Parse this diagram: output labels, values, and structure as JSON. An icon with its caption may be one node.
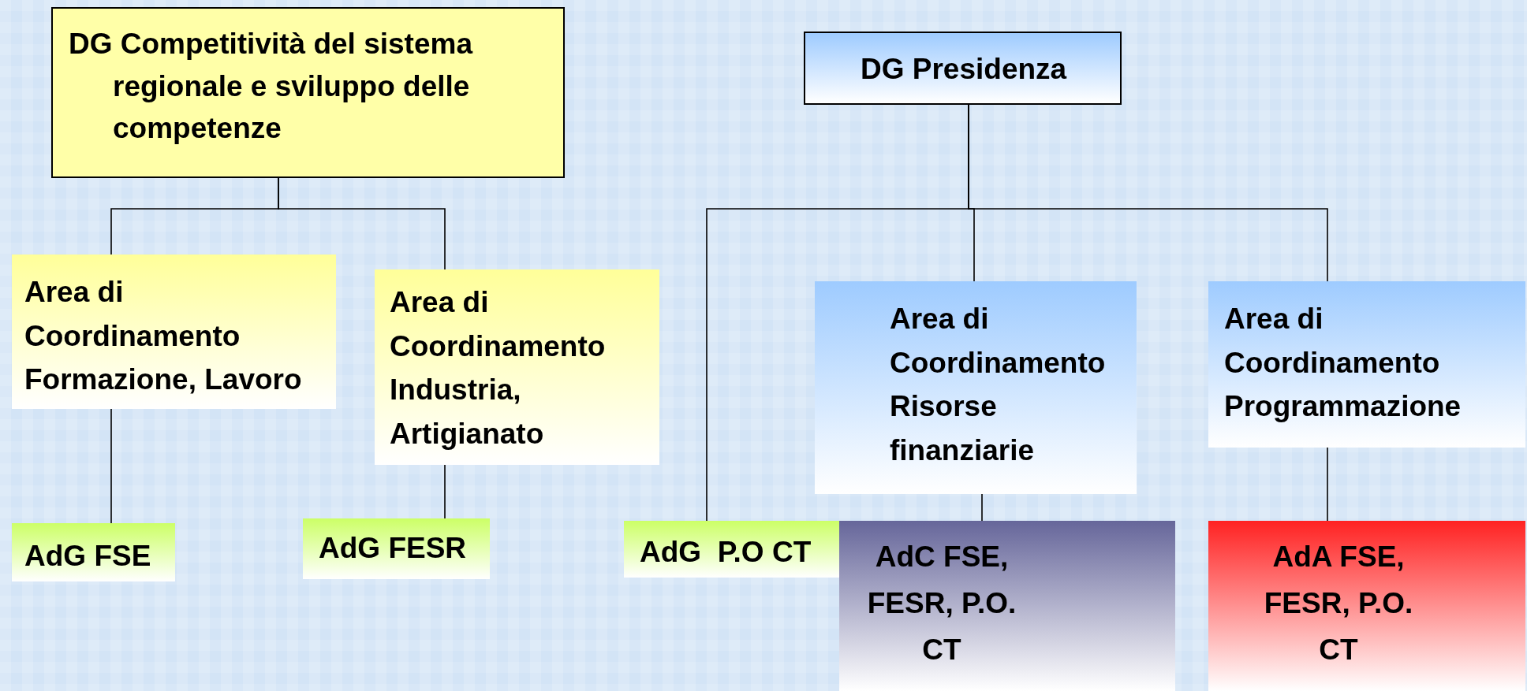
{
  "diagram": {
    "nodes": [
      {
        "text": [
          "DG Competitività del sistema regionale e sviluppo delle competenze"
        ]
      },
      {
        "text": [
          "DG Presidenza"
        ]
      },
      {
        "text": [
          "Area di Coordinamento Formazione, Lavoro"
        ]
      },
      {
        "text": [
          "Area di Coordinamento Industria, Artigianato"
        ]
      },
      {
        "text": [
          "Area di Coordinamento Risorse finanziarie"
        ]
      },
      {
        "text": [
          "Area di Coordinamento Programmazione"
        ]
      },
      {
        "text": [
          "AdG FSE"
        ]
      },
      {
        "text": [
          "AdG FESR"
        ]
      },
      {
        "text": [
          "AdG  P.O CT"
        ]
      },
      {
        "text": [
          "AdC  FSE, FESR, P.O. CT"
        ]
      },
      {
        "text": [
          "AdA FSE, FESR, P.O. CT"
        ]
      }
    ],
    "edges": [
      {
        "from": 0,
        "to": 2,
        "arrow": "none"
      },
      {
        "from": 0,
        "to": 3,
        "arrow": "none"
      },
      {
        "from": 1,
        "to": 8,
        "arrow": "none"
      },
      {
        "from": 1,
        "to": 4,
        "arrow": "none"
      },
      {
        "from": 1,
        "to": 5,
        "arrow": "none"
      },
      {
        "from": 2,
        "to": 6,
        "arrow": "none"
      },
      {
        "from": 3,
        "to": 7,
        "arrow": "none"
      },
      {
        "from": 4,
        "to": 9,
        "arrow": "none"
      },
      {
        "from": 5,
        "to": 10,
        "arrow": "none"
      }
    ]
  }
}
